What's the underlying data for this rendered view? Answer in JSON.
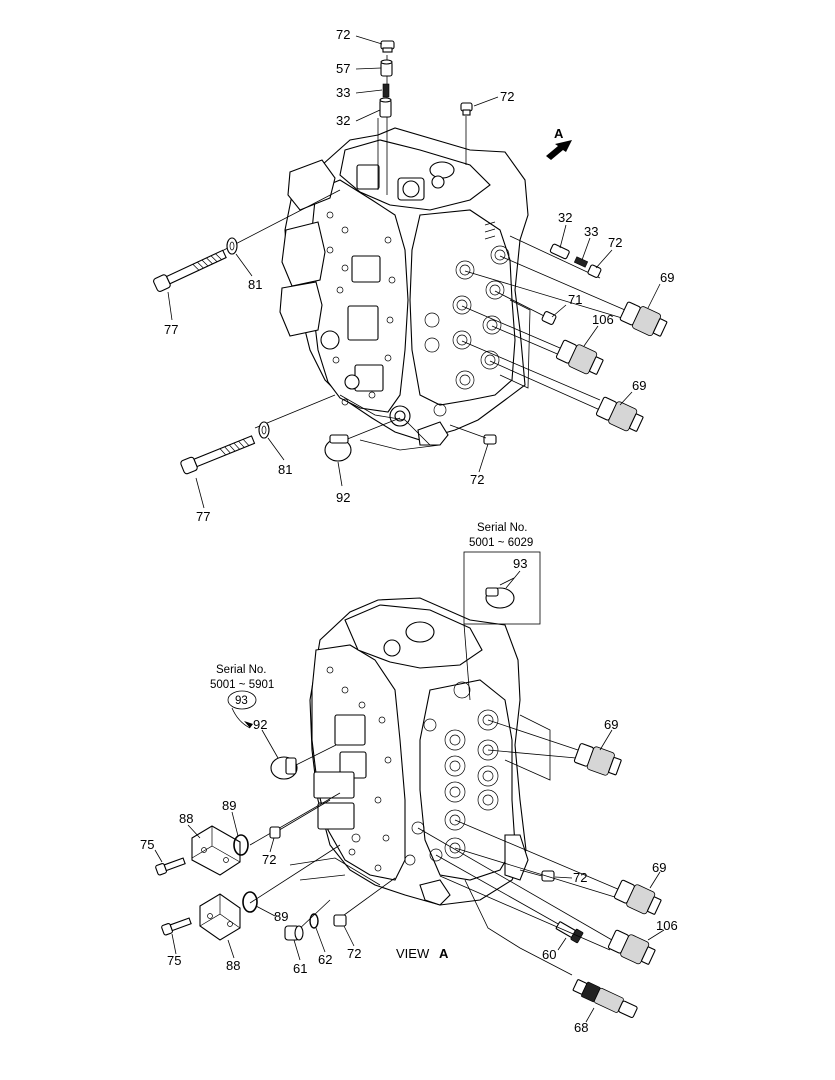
{
  "labels": {
    "top": [
      {
        "id": "l72a",
        "text": "72"
      },
      {
        "id": "l57",
        "text": "57"
      },
      {
        "id": "l33a",
        "text": "33"
      },
      {
        "id": "l32a",
        "text": "32"
      },
      {
        "id": "l72b",
        "text": "72"
      },
      {
        "id": "l32b",
        "text": "32"
      },
      {
        "id": "l33b",
        "text": "33"
      },
      {
        "id": "l72c",
        "text": "72"
      },
      {
        "id": "l69a",
        "text": "69"
      },
      {
        "id": "l71",
        "text": "71"
      },
      {
        "id": "l106a",
        "text": "106"
      },
      {
        "id": "l69b",
        "text": "69"
      },
      {
        "id": "l81a",
        "text": "81"
      },
      {
        "id": "l77a",
        "text": "77"
      },
      {
        "id": "l81b",
        "text": "81"
      },
      {
        "id": "l77b",
        "text": "77"
      },
      {
        "id": "l92a",
        "text": "92"
      },
      {
        "id": "l72d",
        "text": "72"
      }
    ],
    "bottom": [
      {
        "id": "l93a",
        "text": "93"
      },
      {
        "id": "l93b",
        "text": "93"
      },
      {
        "id": "l92b",
        "text": "92"
      },
      {
        "id": "l69c",
        "text": "69"
      },
      {
        "id": "l89a",
        "text": "89"
      },
      {
        "id": "l88a",
        "text": "88"
      },
      {
        "id": "l75a",
        "text": "75"
      },
      {
        "id": "l72e",
        "text": "72"
      },
      {
        "id": "l72f",
        "text": "72"
      },
      {
        "id": "l69d",
        "text": "69"
      },
      {
        "id": "l89b",
        "text": "89"
      },
      {
        "id": "l75b",
        "text": "75"
      },
      {
        "id": "l88b",
        "text": "88"
      },
      {
        "id": "l61",
        "text": "61"
      },
      {
        "id": "l62",
        "text": "62"
      },
      {
        "id": "l72g",
        "text": "72"
      },
      {
        "id": "l106b",
        "text": "106"
      },
      {
        "id": "l60",
        "text": "60"
      },
      {
        "id": "l68",
        "text": "68"
      }
    ]
  },
  "arrow_a": {
    "letter": "A"
  },
  "serial_top": {
    "line1": "Serial No.",
    "line2": "5001 ~ 6029"
  },
  "serial_left": {
    "line1": "Serial No.",
    "line2": "5001 ~ 5901"
  },
  "view": {
    "word": "VIEW",
    "letter": "A"
  }
}
